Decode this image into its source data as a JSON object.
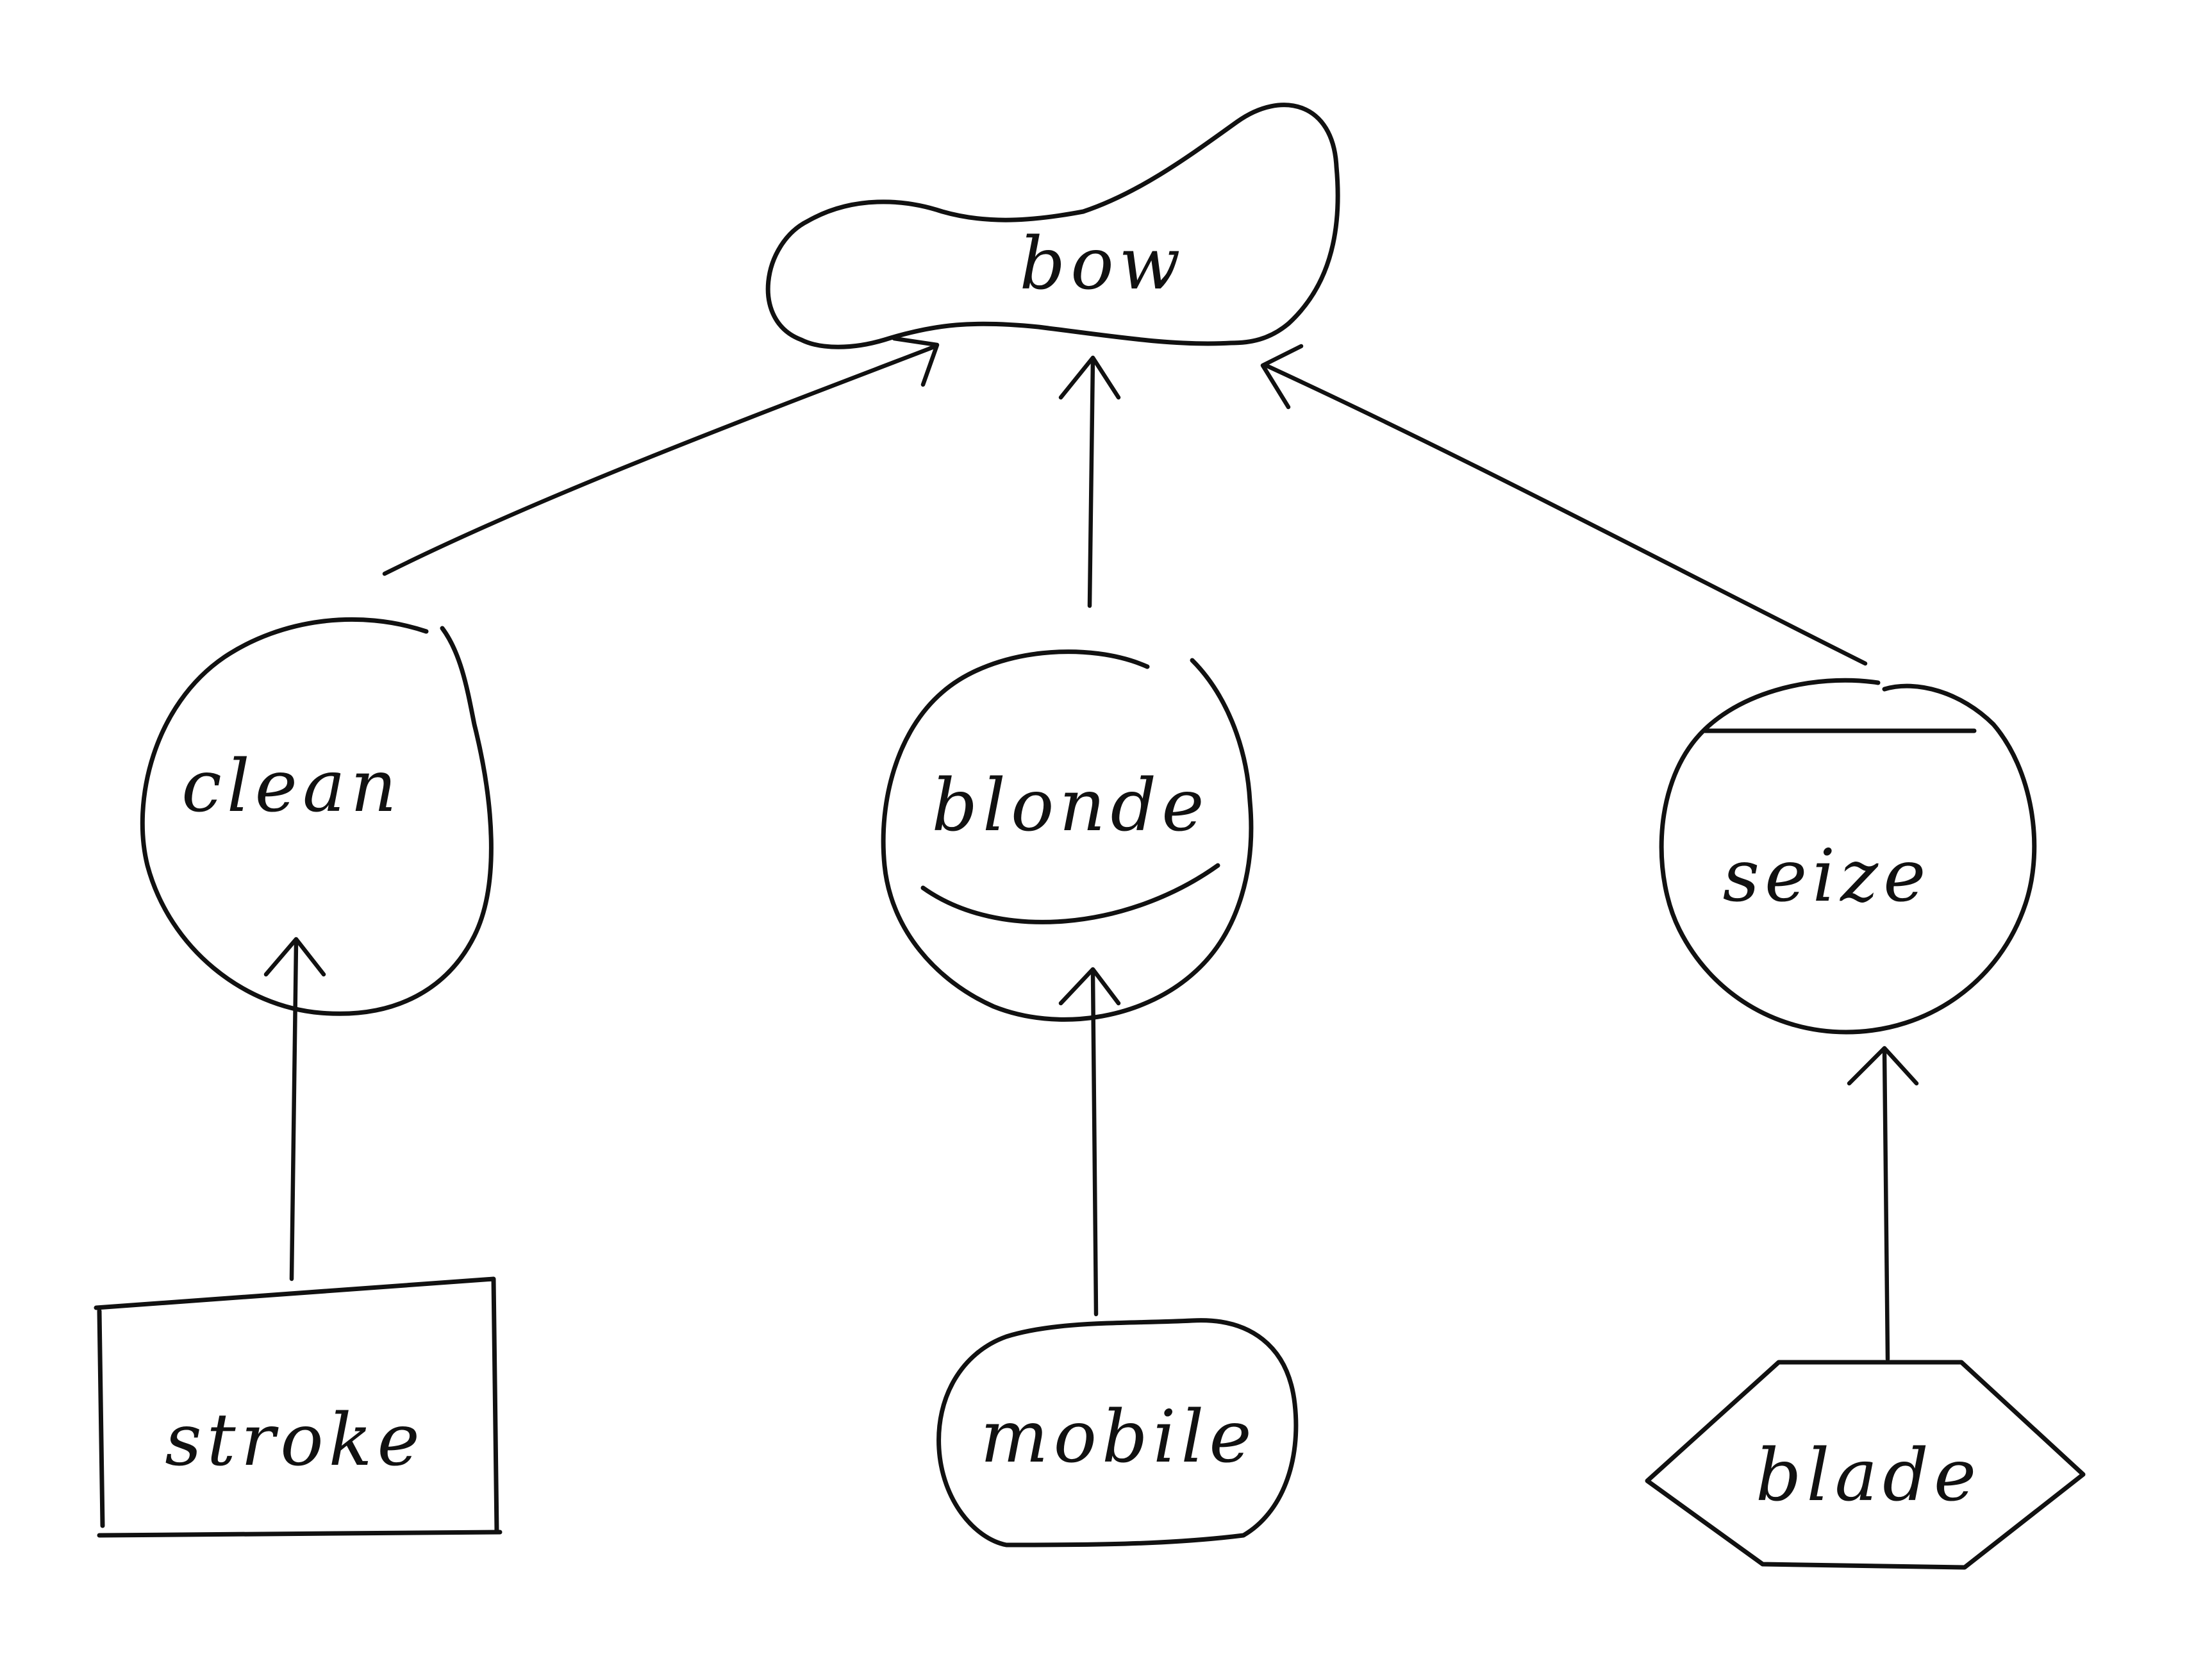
{
  "diagram": {
    "type": "tree",
    "nodes": {
      "root": {
        "label": "bow",
        "shape": "cloud"
      },
      "clean": {
        "label": "clean",
        "shape": "circle"
      },
      "blonde": {
        "label": "blonde",
        "shape": "circle"
      },
      "seize": {
        "label": "seize",
        "shape": "circle"
      },
      "stroke": {
        "label": "stroke",
        "shape": "rectangle"
      },
      "mobile": {
        "label": "mobile",
        "shape": "rounded-blob"
      },
      "blade": {
        "label": "blade",
        "shape": "hexagon"
      }
    },
    "edges": [
      {
        "from": "clean",
        "to": "bow"
      },
      {
        "from": "blonde",
        "to": "bow"
      },
      {
        "from": "seize",
        "to": "bow"
      },
      {
        "from": "stroke",
        "to": "clean"
      },
      {
        "from": "mobile",
        "to": "blonde"
      },
      {
        "from": "blade",
        "to": "seize"
      }
    ],
    "colors": {
      "ink": "#111111",
      "background": "#ffffff"
    }
  }
}
